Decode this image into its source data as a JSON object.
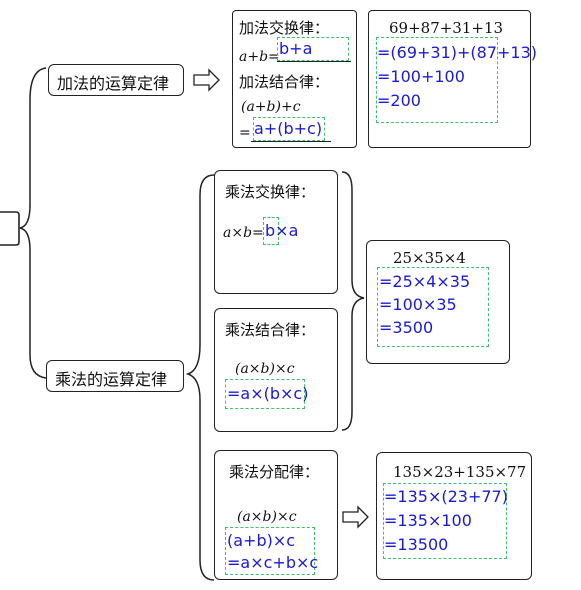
{
  "topic_add": "加法的运算定律",
  "topic_mul": "乘法的运算定律",
  "add_comm": {
    "title": "加法交换律：",
    "lhs": "a+b=",
    "rhs": "b+a"
  },
  "add_assoc": {
    "title": "加法结合律：",
    "lhs": "(a+b)+c",
    "eq": "=",
    "rhs": "a+(b+c)"
  },
  "add_example": {
    "expr": "69+87+31+13",
    "steps": [
      "=(69+31)+(87+13)",
      "=100+100",
      "=200"
    ]
  },
  "mul_comm": {
    "title": "乘法交换律：",
    "lhs": "a×b=",
    "rhs": "b×a"
  },
  "mul_assoc": {
    "title": "乘法结合律：",
    "lhs": "(a×b)×c",
    "rhs": "=a×(b×c)"
  },
  "mul_example": {
    "expr": "25×35×4",
    "steps": [
      "=25×4×35",
      "=100×35",
      "=3500"
    ]
  },
  "dist": {
    "title": "乘法分配律：",
    "lhs": "(a×b)×c",
    "rhs1": "(a+b)×c",
    "rhs2": "=a×c+b×c"
  },
  "dist_example": {
    "expr": "135×23+135×77",
    "steps": [
      "=135×(23+77)",
      "=135×100",
      "=13500"
    ]
  },
  "colors": {
    "answer": "#1a1ad6",
    "dashed_box": "#3fbf6a",
    "border": "#222222"
  }
}
